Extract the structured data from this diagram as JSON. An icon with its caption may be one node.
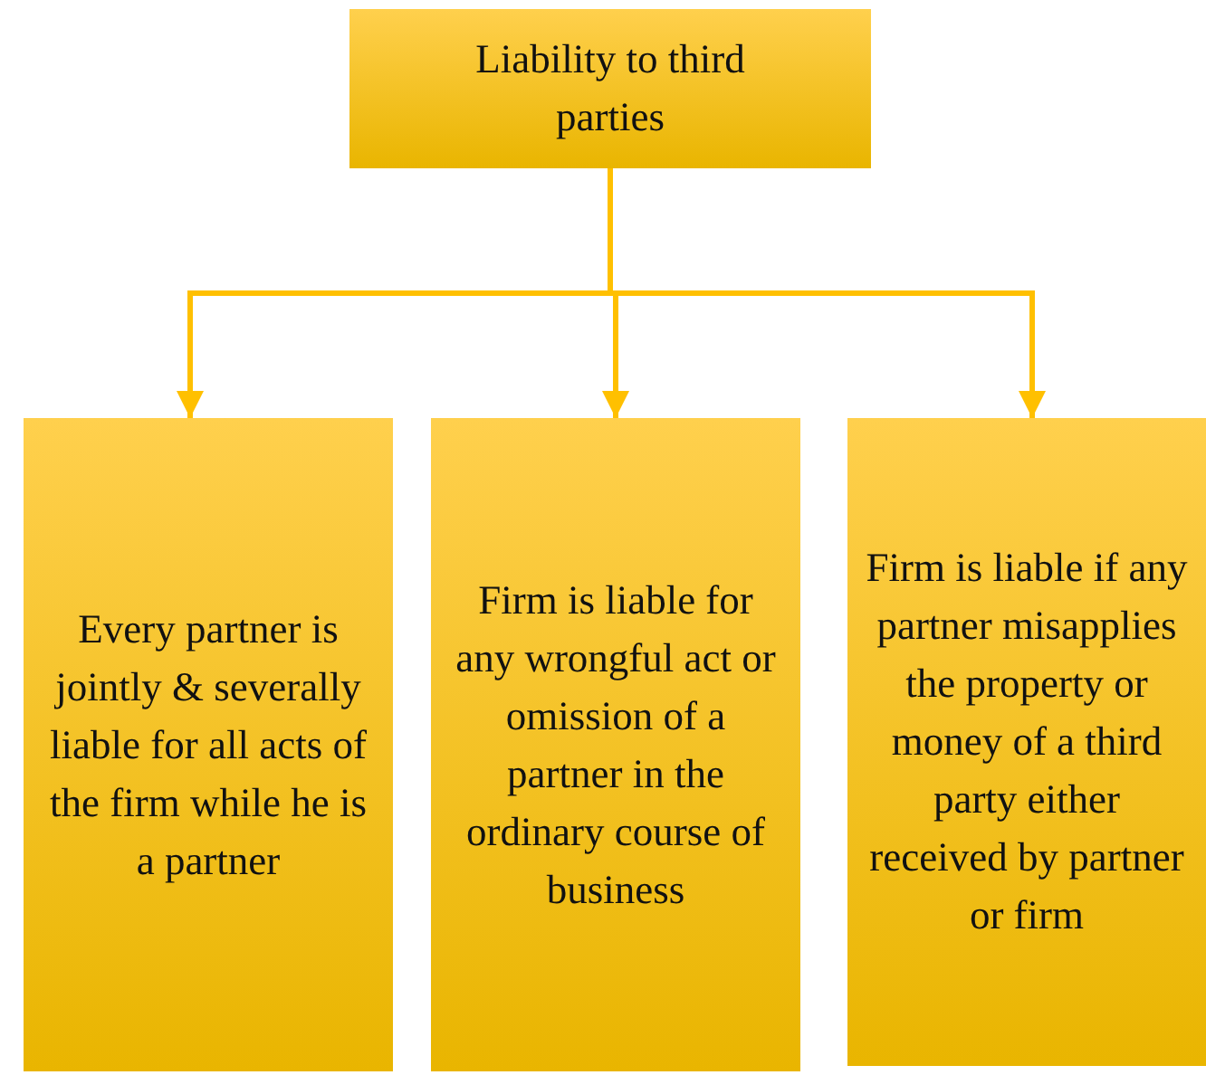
{
  "diagram": {
    "nodes": [
      {
        "text": [
          "Liability to third parties"
        ]
      },
      {
        "text": [
          "Every partner is jointly & severally liable for all acts of the firm while he is a partner"
        ]
      },
      {
        "text": [
          "Firm is liable for any wrongful act or omission of a partner in the ordinary course of business"
        ]
      },
      {
        "text": [
          "Firm is liable if any partner misapplies the property or money of a third party either received by partner or firm"
        ]
      }
    ],
    "edges": [
      {
        "from": 0,
        "to": 1,
        "arrow": "to"
      },
      {
        "from": 0,
        "to": 2,
        "arrow": "to"
      },
      {
        "from": 0,
        "to": 3,
        "arrow": "to"
      }
    ]
  }
}
